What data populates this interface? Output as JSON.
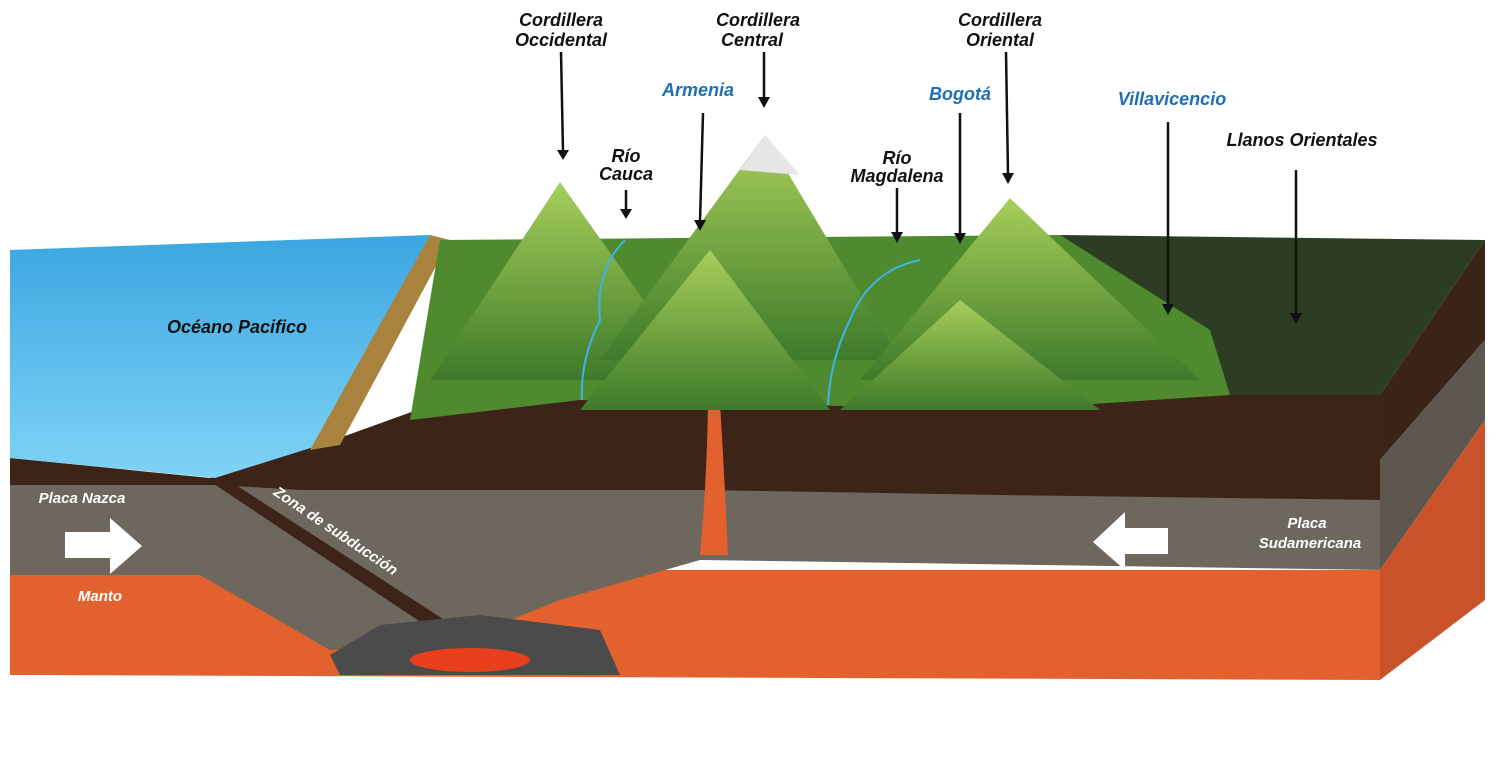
{
  "labels": {
    "cordillera_occidental": [
      "Cordillera",
      "Occidental"
    ],
    "cordillera_central": [
      "Cordillera",
      "Central"
    ],
    "cordillera_oriental": [
      "Cordillera",
      "Oriental"
    ],
    "rio_cauca": [
      "Río",
      "Cauca"
    ],
    "rio_magdalena": [
      "Río",
      "Magdalena"
    ],
    "armenia": "Armenia",
    "bogota": "Bogotá",
    "villavicencio": "Villavicencio",
    "llanos_orientales": "Llanos Orientales",
    "oceano_pacifico": "Océano Pacifico",
    "placa_nazca": "Placa Nazca",
    "zona_subduccion": "Zona de subducción",
    "placa_sudamericana": [
      "Placa",
      "Sudamericana"
    ],
    "manto": "Manto"
  },
  "colors": {
    "city": "#1f6fb5",
    "ocean": "#3cb4e8",
    "crust": "#3d2418",
    "plate": "#6e675e",
    "mantle": "#e2612f",
    "mountain": "#6fa53a",
    "plain": "#2c3d24"
  }
}
